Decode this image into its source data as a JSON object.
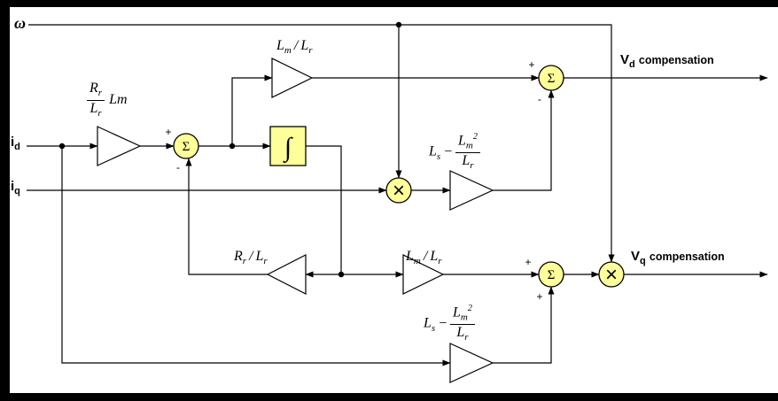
{
  "colors": {
    "background": "#ffffff",
    "frame": "#000000",
    "line": "#000000",
    "node_fill": "#ffff99",
    "gain_fill": "#ffffff"
  },
  "signals": {
    "omega": "ω",
    "input_d": {
      "main": "i",
      "sub": "d"
    },
    "input_q": {
      "main": "i",
      "sub": "q"
    },
    "output_d": {
      "main": "V",
      "sub": "d",
      "suffix": "compensation"
    },
    "output_q": {
      "main": "V",
      "sub": "q",
      "suffix": "compensation"
    }
  },
  "operators": {
    "sum": "Σ",
    "multiply": "×",
    "integrate": "∫",
    "plus": "+",
    "minus": "-"
  },
  "gains": {
    "rr_lr_times_lm": {
      "num_main": "R",
      "num_sub": "r",
      "den_main": "L",
      "den_sub": "r",
      "factor": "Lm"
    },
    "lm_over_lr": {
      "left_main": "L",
      "left_sub": "m",
      "op": "/",
      "right_main": "L",
      "right_sub": "r"
    },
    "rr_over_lr": {
      "left_main": "R",
      "left_sub": "r",
      "op": "/",
      "right_main": "L",
      "right_sub": "r"
    },
    "ls_minus_lm2_over_lr": {
      "pre_main": "L",
      "pre_sub": "s",
      "op": "−",
      "num_main": "L",
      "num_sub": "m",
      "num_sup": "2",
      "den_main": "L",
      "den_sub": "r"
    }
  }
}
